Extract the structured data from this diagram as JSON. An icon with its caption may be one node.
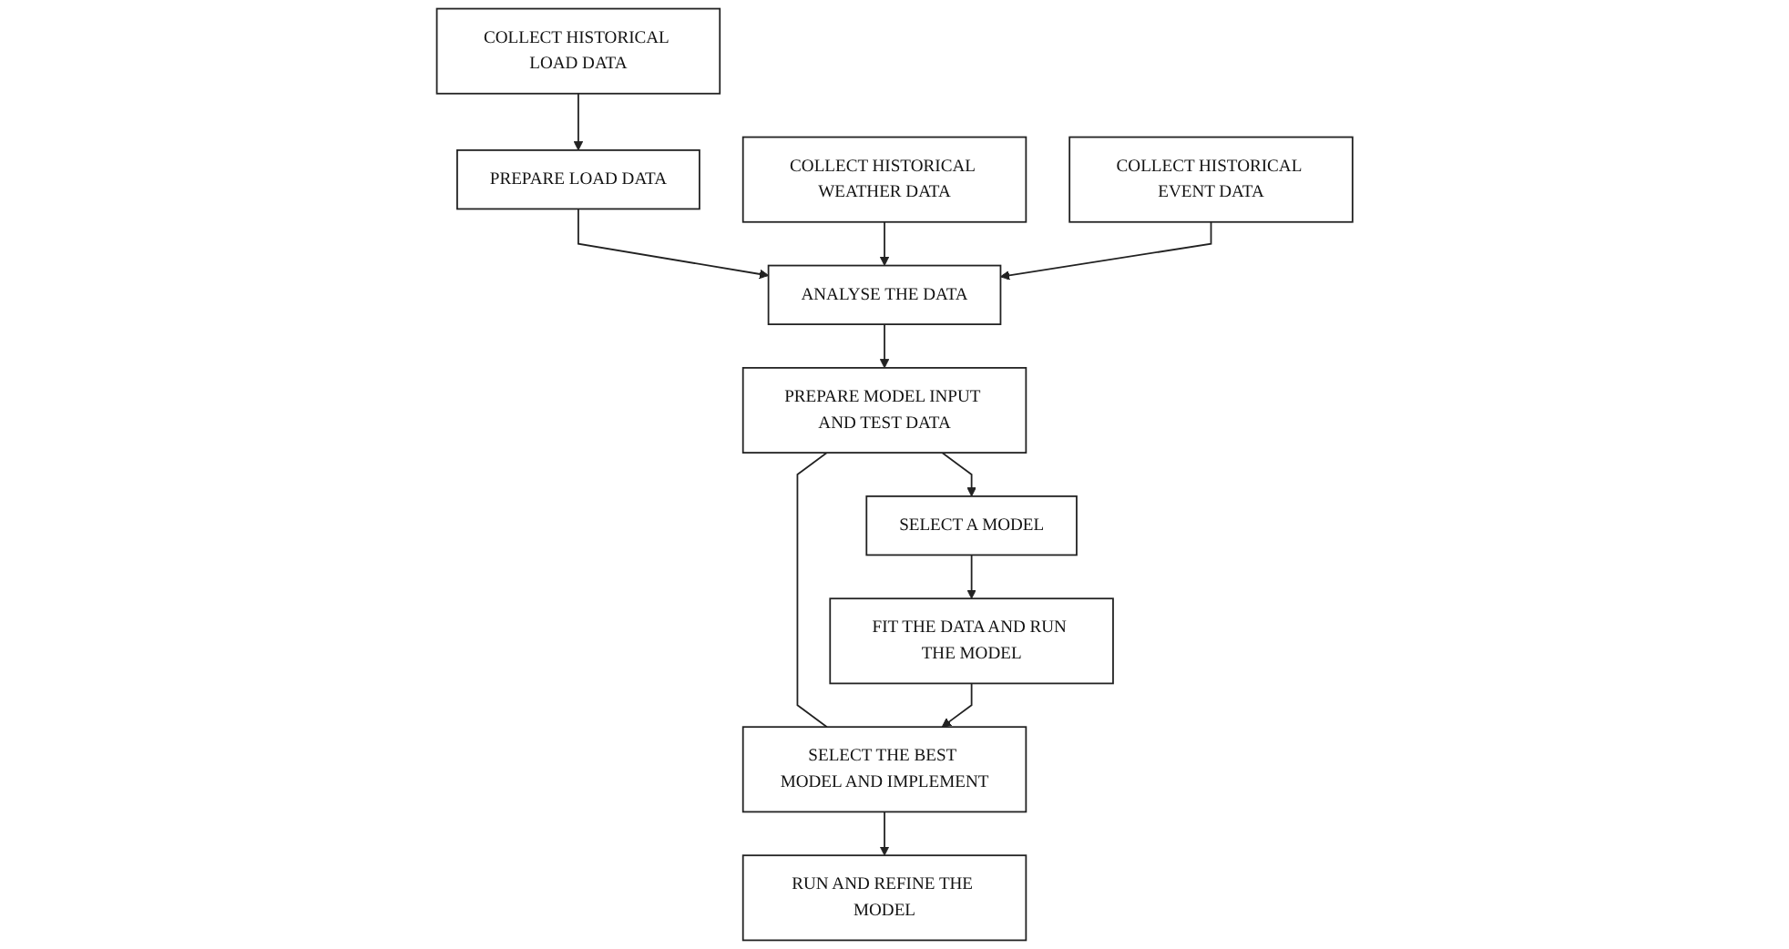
{
  "diagram": {
    "nodes": [
      {
        "text": [
          "COLLECT HISTORICAL LOAD DATA"
        ]
      },
      {
        "text": [
          "PREPARE LOAD DATA"
        ]
      },
      {
        "text": [
          "COLLECT HISTORICAL WEATHER DATA"
        ]
      },
      {
        "text": [
          "COLLECT HISTORICAL EVENT DATA"
        ]
      },
      {
        "text": [
          "ANALYSE THE DATA"
        ]
      },
      {
        "text": [
          "PREPARE MODEL INPUT AND TEST DATA"
        ]
      },
      {
        "text": [
          "SELECT A MODEL"
        ]
      },
      {
        "text": [
          "FIT THE DATA AND RUN THE MODEL"
        ]
      },
      {
        "text": [
          "SELECT THE BEST MODEL AND IMPLEMENT"
        ]
      },
      {
        "text": [
          "RUN AND REFINE THE MODEL"
        ]
      }
    ],
    "edges": [
      {
        "from": 0,
        "to": 1,
        "arrow": "to"
      },
      {
        "from": 1,
        "to": 4,
        "arrow": "to"
      },
      {
        "from": 2,
        "to": 4,
        "arrow": "to"
      },
      {
        "from": 3,
        "to": 4,
        "arrow": "to"
      },
      {
        "from": 4,
        "to": 5,
        "arrow": "to"
      },
      {
        "from": 5,
        "to": 6,
        "arrow": "to"
      },
      {
        "from": 5,
        "to": 8,
        "arrow": "none"
      },
      {
        "from": 6,
        "to": 7,
        "arrow": "to"
      },
      {
        "from": 7,
        "to": 8,
        "arrow": "to"
      },
      {
        "from": 8,
        "to": 9,
        "arrow": "to"
      }
    ]
  }
}
